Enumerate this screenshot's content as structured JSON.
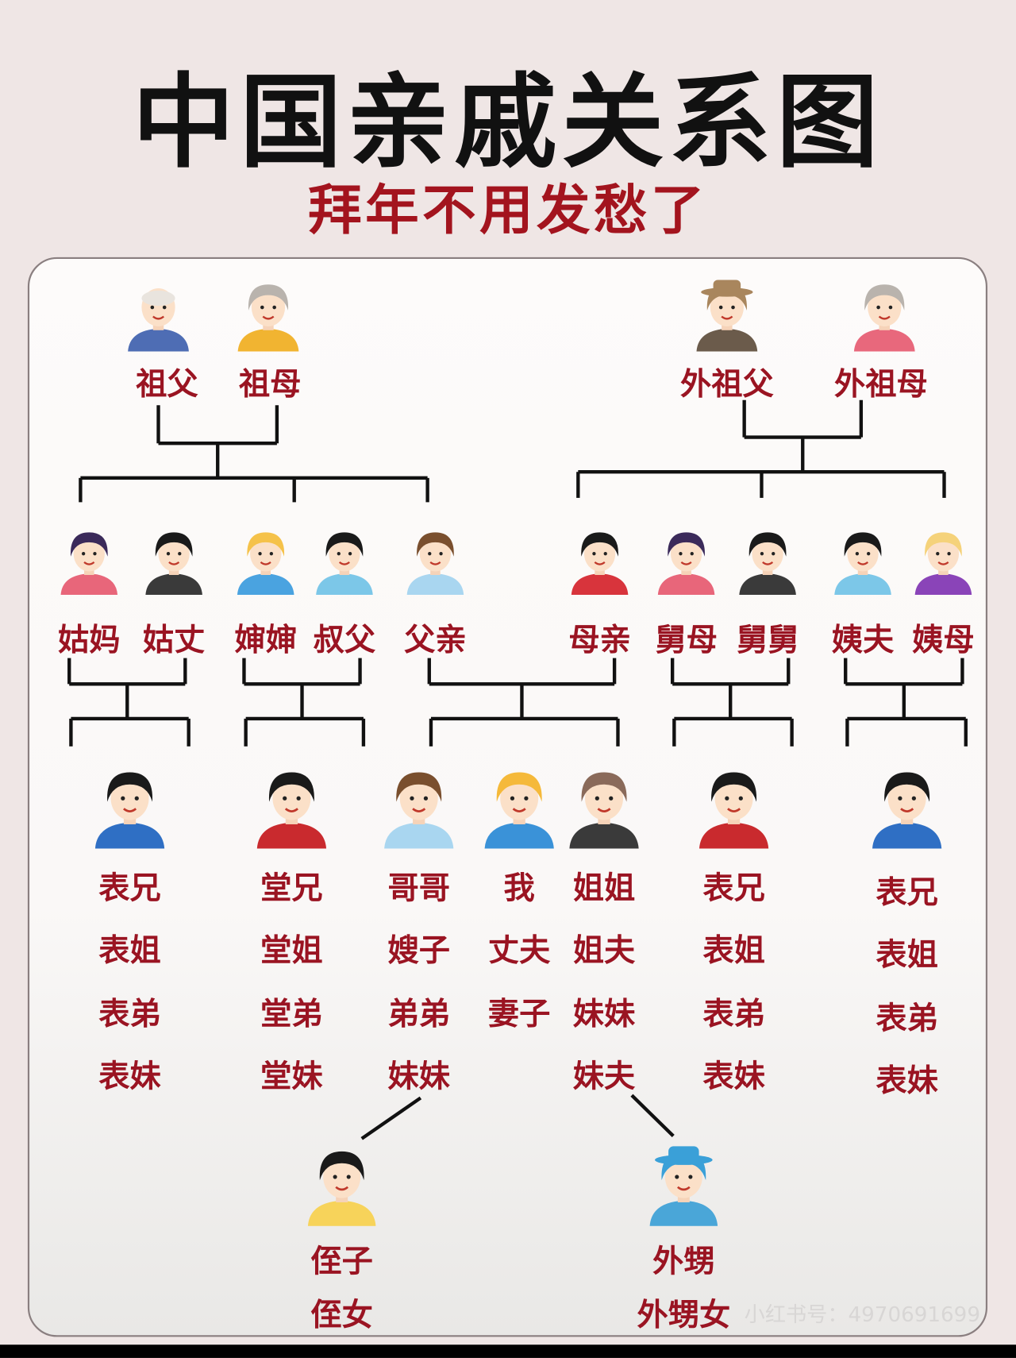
{
  "title": "中国亲戚关系图",
  "subtitle": "拜年不用发愁了",
  "watermark": "小红书号：4970691699",
  "colors": {
    "label": "#9a1422",
    "title": "#111111",
    "subtitle": "#a3141e",
    "line": "#111111"
  },
  "grandparents": [
    {
      "label": "祖父",
      "hair": "#e9e4de",
      "shirt": "#4e6db4",
      "bald": true
    },
    {
      "label": "祖母",
      "hair": "#b9b3ad",
      "shirt": "#f1b431"
    },
    {
      "label": "外祖父",
      "hair": "#a9865d",
      "shirt": "#6b5b4b",
      "hat": true
    },
    {
      "label": "外祖母",
      "hair": "#b9b3ad",
      "shirt": "#e8687c"
    }
  ],
  "parents": [
    {
      "label": "姑妈",
      "hair": "#3b2a5a",
      "shirt": "#e8667a"
    },
    {
      "label": "姑丈",
      "hair": "#1a1a1a",
      "shirt": "#3a3a3a"
    },
    {
      "label": "婶婶",
      "hair": "#f5c24a",
      "shirt": "#4aa3e0"
    },
    {
      "label": "叔父",
      "hair": "#1a1a1a",
      "shirt": "#7cc7e8"
    },
    {
      "label": "父亲",
      "hair": "#7a4f2e",
      "shirt": "#a9d6f0"
    },
    {
      "label": "母亲",
      "hair": "#1a1a1a",
      "shirt": "#d8343c"
    },
    {
      "label": "舅母",
      "hair": "#3b2a5a",
      "shirt": "#e8667a"
    },
    {
      "label": "舅舅",
      "hair": "#1a1a1a",
      "shirt": "#3a3a3a"
    },
    {
      "label": "姨夫",
      "hair": "#1a1a1a",
      "shirt": "#7cc7e8"
    },
    {
      "label": "姨母",
      "hair": "#f5d27a",
      "shirt": "#8a44b8"
    }
  ],
  "generation": [
    {
      "hair": "#1a1a1a",
      "shirt": "#2f6fc4",
      "labels": [
        "表兄",
        "表姐",
        "表弟",
        "表妹"
      ]
    },
    {
      "hair": "#1a1a1a",
      "shirt": "#c92a2e",
      "labels": [
        "堂兄",
        "堂姐",
        "堂弟",
        "堂妹"
      ]
    },
    {
      "hair": "#7a4f2e",
      "shirt": "#a9d6f0",
      "labels": [
        "哥哥",
        "嫂子",
        "弟弟",
        "妹妹"
      ]
    },
    {
      "hair": "#f5b93a",
      "shirt": "#3a92d8",
      "labels": [
        "我",
        "丈夫",
        "妻子"
      ]
    },
    {
      "hair": "#8a6a5a",
      "shirt": "#3a3a3a",
      "labels": [
        "姐姐",
        "姐夫",
        "妹妹",
        "妹夫"
      ]
    },
    {
      "hair": "#1a1a1a",
      "shirt": "#c92a2e",
      "labels": [
        "表兄",
        "表姐",
        "表弟",
        "表妹"
      ]
    },
    {
      "hair": "#1a1a1a",
      "shirt": "#2f6fc4",
      "labels": [
        "表兄",
        "表姐",
        "表弟",
        "表妹"
      ]
    }
  ],
  "children": [
    {
      "hair": "#1a1a1a",
      "shirt": "#f7d35a",
      "labels": [
        "侄子",
        "侄女"
      ]
    },
    {
      "hair": "#3aa0d8",
      "shirt": "#4aa6d8",
      "labels": [
        "外甥",
        "外甥女"
      ],
      "hat": true
    }
  ]
}
